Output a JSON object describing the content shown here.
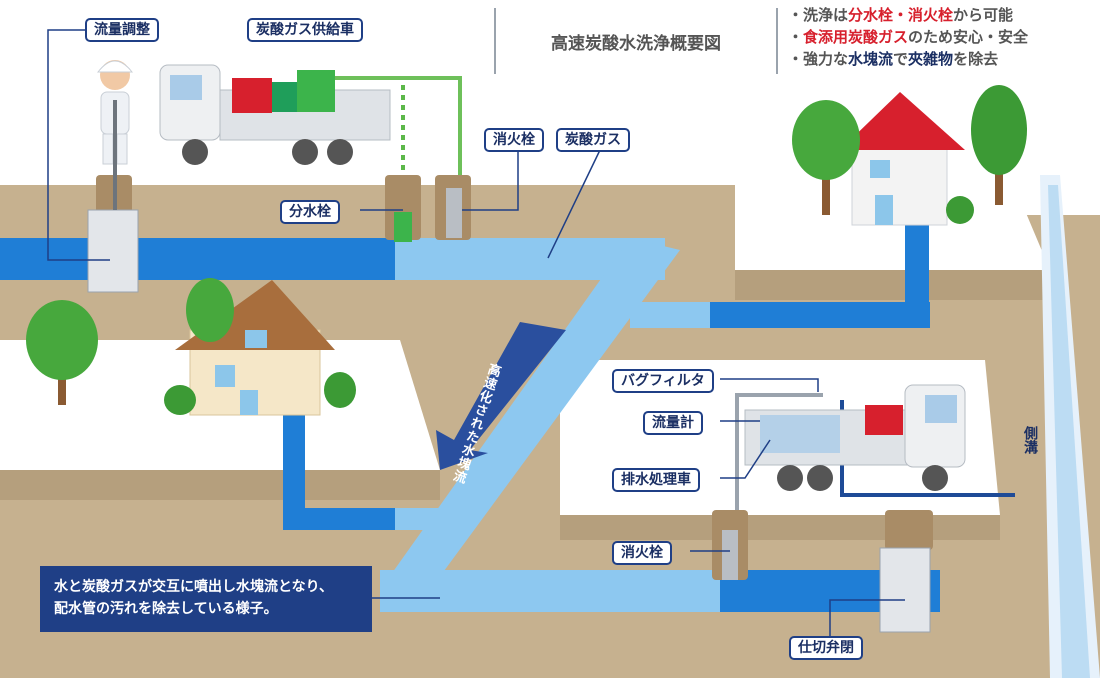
{
  "title": "高速炭酸水洗浄概要図",
  "bullets": {
    "line1": {
      "prefix": "・洗浄は",
      "hl": "分水栓・消火栓",
      "suffix": "から可能"
    },
    "line2": {
      "prefix": "・",
      "hl": "食添用炭酸ガス",
      "suffix": "のため安心・安全"
    },
    "line3": {
      "prefix": "・強力な",
      "hl": "水塊流",
      "middle": "で",
      "hl2": "夾雑物",
      "suffix": "を除去"
    }
  },
  "labels": {
    "flow_adjust": "流量調整",
    "co2_truck": "炭酸ガス供給車",
    "branch_valve": "分水栓",
    "hydrant_top": "消火栓",
    "co2_gas": "炭酸ガス",
    "bag_filter": "バグフィルタ",
    "flow_meter": "流量計",
    "drain_truck": "排水処理車",
    "hydrant_bottom": "消火栓",
    "gate_valve": "仕切弁閉",
    "side_ditch": "側溝",
    "arrow_text": "高速化された水塊流"
  },
  "callout": {
    "line1": "水と炭酸ガスが交互に噴出し水塊流となり、",
    "line2": "配水管の汚れを除去している様子。"
  },
  "colors": {
    "label_border": "#1f3f86",
    "highlight_red": "#d7202d",
    "ground": "#c9b597",
    "pipe_blue": "#1f7ed6",
    "pipe_light": "#8dc8f0"
  }
}
